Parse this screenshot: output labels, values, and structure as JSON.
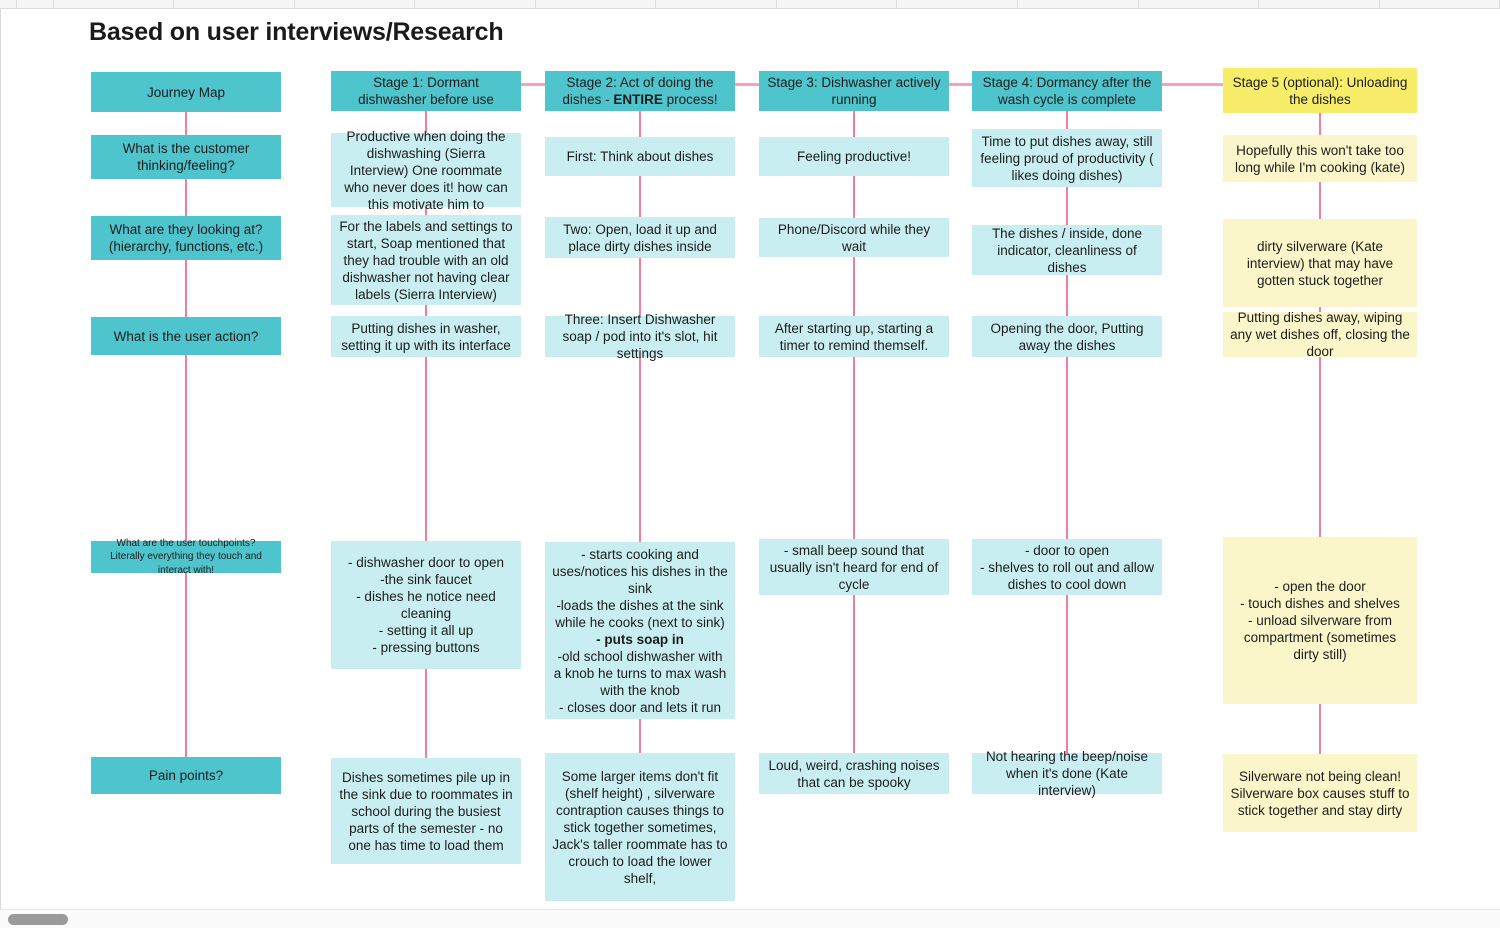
{
  "window": {
    "title": "Based on user interviews/Research",
    "scrollbar": "horizontal-scrollbar"
  },
  "colors": {
    "header_teal": "#4EC5CD",
    "body_cyan": "#C8EEF2",
    "header_yellow": "#F8ED68",
    "body_yellow": "#FBF6C9",
    "connector_pink": "#F07DA6",
    "text": "#1c1c1c",
    "canvas": "#ffffff"
  },
  "row_labels": {
    "journey_map": "Journey Map",
    "thinking": "What is the customer\nthinking/feeling?",
    "looking": "What are they looking at?\n(hierarchy, functions, etc.)",
    "action": "What is the user action?",
    "touchpoints": "What are the user touchpoints? Literally everything they touch and interact with!",
    "pain": "Pain points?"
  },
  "columns": [
    {
      "id": "stage-1",
      "header": "Stage 1: Dormant dishwasher before use",
      "theme": "teal",
      "cards": {
        "thinking": "Productive when doing the dishwashing (Sierra Interview) One roommate who never does it! how can this motivate him to",
        "looking": "For the labels and settings to start, Soap mentioned that they had trouble with an old dishwasher not having clear labels (Sierra Interview)",
        "action": "Putting dishes in washer, setting it up with its interface",
        "touchpoints": "- dishwasher door to open\n-the sink faucet\n- dishes he notice need cleaning\n- setting it all up\n- pressing buttons",
        "pain": "Dishes sometimes pile up in the sink due to roommates in school during the busiest parts of the semester - no one has time to load them"
      }
    },
    {
      "id": "stage-2",
      "header_pre": "Stage 2: Act of doing the dishes - ",
      "header_bold": "ENTIRE",
      "header_post": " process!",
      "header": "Stage 2: Act of doing the dishes - ENTIRE process!",
      "theme": "teal",
      "cards": {
        "thinking": "First: Think about dishes",
        "looking": "Two: Open, load it up and place dirty dishes inside",
        "action": "Three: Insert Dishwasher soap / pod into it's slot, hit settings",
        "touchpoints_pre": "- starts cooking and uses/notices his dishes in the sink\n-loads the dishes at the sink while he cooks (next to sink)\n",
        "touchpoints_bold": "- puts soap in",
        "touchpoints_post": "\n-old school dishwasher with a knob he turns to max wash with the knob\n- closes door and lets it run",
        "touchpoints": "- starts cooking and uses/notices his dishes in the sink\n-loads the dishes at the sink while he cooks (next to sink)\n- puts soap in\n-old school dishwasher with a knob he turns to max wash with the knob\n- closes door and lets it run",
        "pain": "Some larger items don't fit (shelf height) , silverware contraption causes things to stick together sometimes, Jack's taller roommate has to crouch to load the lower shelf,"
      }
    },
    {
      "id": "stage-3",
      "header": "Stage 3: Dishwasher actively running",
      "theme": "teal",
      "cards": {
        "thinking": "Feeling productive!",
        "looking": "Phone/Discord while they wait",
        "action": "After starting up, starting a timer to remind themself.",
        "touchpoints": "- small beep sound that usually isn't heard for end of cycle",
        "pain": "Loud, weird, crashing noises that can be spooky"
      }
    },
    {
      "id": "stage-4",
      "header": "Stage 4: Dormancy after the wash cycle is complete",
      "theme": "teal",
      "cards": {
        "thinking": "Time to put dishes away, still feeling proud of productivity ( likes doing dishes)",
        "looking": "The dishes / inside, done indicator, cleanliness of dishes",
        "action": "Opening the door, Putting away the dishes",
        "touchpoints": "- door to open\n- shelves to roll out and allow dishes to cool down",
        "pain": "Not hearing the beep/noise when it's done (Kate interview)"
      }
    },
    {
      "id": "stage-5",
      "header": "Stage 5 (optional): Unloading the dishes",
      "theme": "yellow",
      "cards": {
        "thinking": "Hopefully this won't take too long while I'm cooking (kate)",
        "looking": "dirty silverware (Kate interview) that may  have gotten stuck together",
        "action": "Putting dishes away, wiping any wet dishes off, closing the door",
        "touchpoints": "- open the door\n- touch dishes and shelves\n- unload silverware from compartment (sometimes dirty still)",
        "pain": "Silverware not being clean! Silverware box causes stuff to stick together and stay dirty"
      }
    }
  ]
}
